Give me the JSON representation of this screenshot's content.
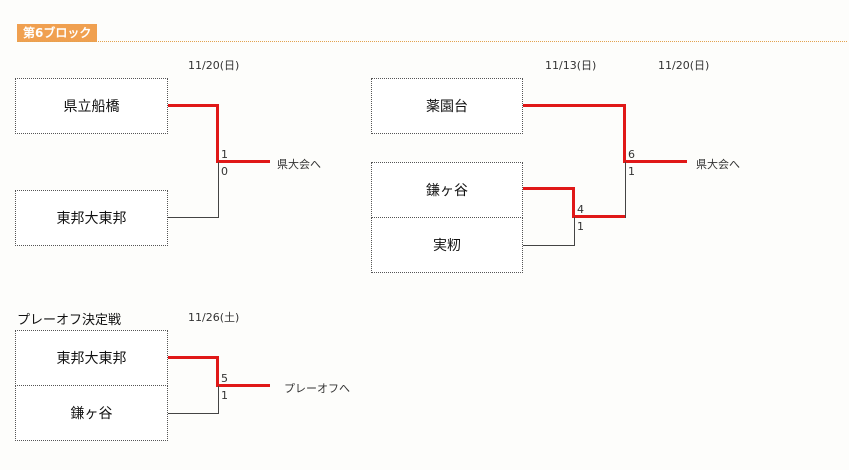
{
  "block": {
    "title": "第6ブロック"
  },
  "left_bracket": {
    "date": "11/20(日)",
    "teams": [
      "県立船橋",
      "東邦大東邦"
    ],
    "scores": [
      "1",
      "0"
    ],
    "result": "県大会へ"
  },
  "right_bracket": {
    "date_semi": "11/13(日)",
    "date_final": "11/20(日)",
    "teams": [
      "薬園台",
      "鎌ヶ谷",
      "実籾"
    ],
    "semi_scores": [
      "4",
      "1"
    ],
    "final_scores": [
      "6",
      "1"
    ],
    "result": "県大会へ"
  },
  "playoff": {
    "title": "プレーオフ決定戦",
    "date": "11/26(土)",
    "teams": [
      "東邦大東邦",
      "鎌ヶ谷"
    ],
    "scores": [
      "5",
      "1"
    ],
    "result": "プレーオフへ"
  },
  "colors": {
    "winner_line": "#e01818",
    "loser_line": "#444444",
    "header_bg": "#f0a050"
  }
}
